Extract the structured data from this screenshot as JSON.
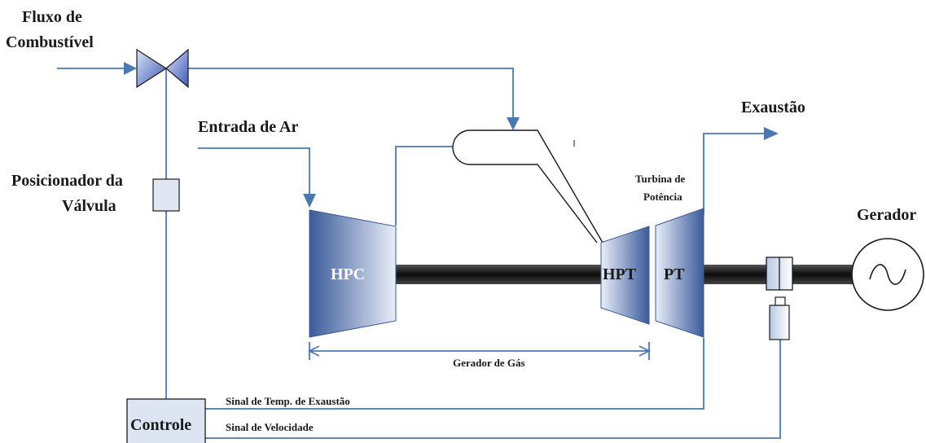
{
  "labels": {
    "fuel_flow_line1": "Fluxo de",
    "fuel_flow_line2": "Combustível",
    "air_inlet": "Entrada de Ar",
    "valve_positioner_line1": "Posicionador da",
    "valve_positioner_line2": "Válvula",
    "exhaust": "Exaustão",
    "power_turbine_line1": "Turbina de",
    "power_turbine_line2": "Potência",
    "generator": "Gerador",
    "hpc": "HPC",
    "hpt": "HPT",
    "pt": "PT",
    "gas_generator": "Gerador de Gás",
    "exhaust_temp_signal": "Sinal de Temp. de Exaustão",
    "speed_signal": "Sinal de Velocidade",
    "control": "Controle"
  },
  "colors": {
    "line": "#4a78b5",
    "component_dark": "#3a5a9a",
    "component_light": "#e6eef8",
    "shaft": "#202020"
  }
}
